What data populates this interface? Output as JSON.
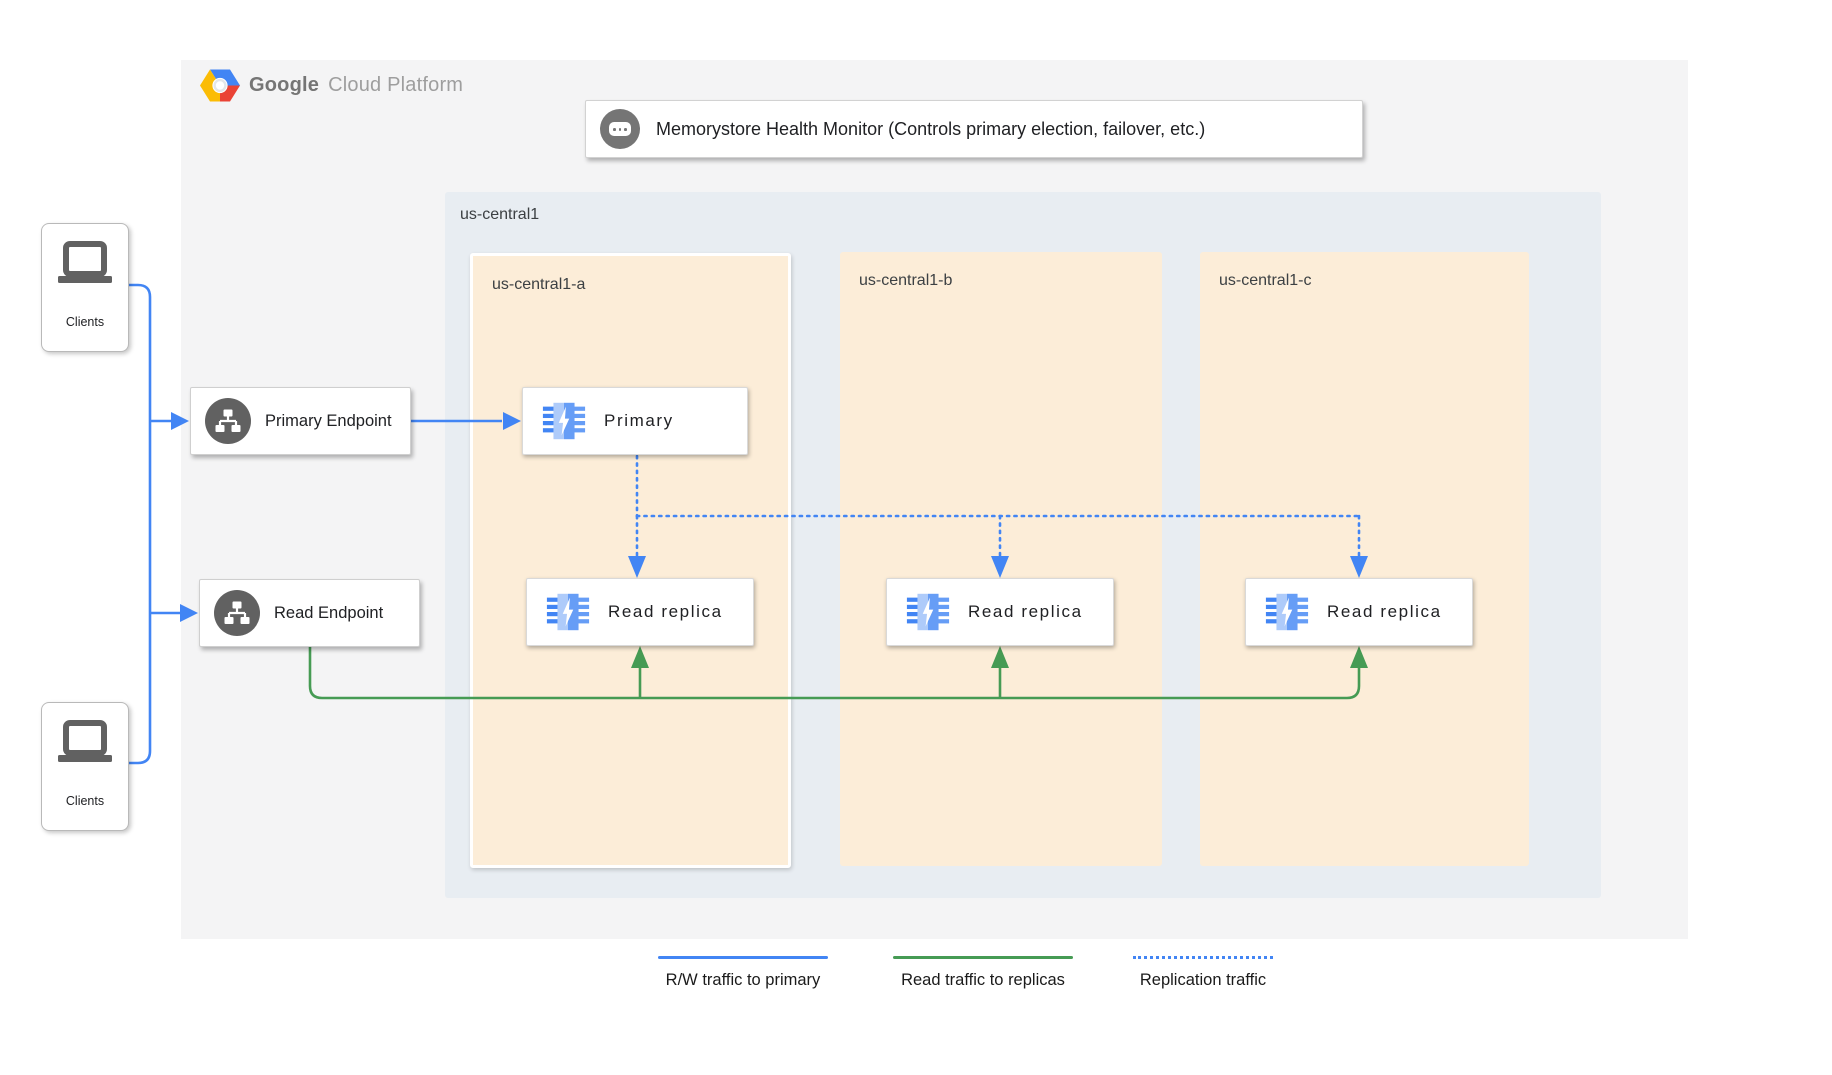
{
  "brand": {
    "google": "Google",
    "cloud_platform": "Cloud Platform"
  },
  "monitor": {
    "label": "Memorystore Health Monitor (Controls primary election, failover, etc.)"
  },
  "region": {
    "label": "us-central1",
    "zones": [
      {
        "label": "us-central1-a",
        "highlighted": true
      },
      {
        "label": "us-central1-b",
        "highlighted": false
      },
      {
        "label": "us-central1-c",
        "highlighted": false
      }
    ]
  },
  "nodes": {
    "primary": {
      "label": "Primary"
    },
    "replica_a": {
      "label": "Read replica"
    },
    "replica_b": {
      "label": "Read replica"
    },
    "replica_c": {
      "label": "Read replica"
    }
  },
  "endpoints": {
    "primary": {
      "label": "Primary Endpoint"
    },
    "read": {
      "label": "Read Endpoint"
    }
  },
  "clients": {
    "top": {
      "label": "Clients"
    },
    "bottom": {
      "label": "Clients"
    }
  },
  "legend": {
    "items": [
      {
        "label": "R/W traffic to primary",
        "style": "solid",
        "color": "#4285f4"
      },
      {
        "label": "Read traffic to replicas",
        "style": "solid",
        "color": "#469b54"
      },
      {
        "label": "Replication traffic",
        "style": "dotted",
        "color": "#4285f4"
      }
    ]
  },
  "icons": {
    "brand": "gcp-hexagon-logo",
    "monitor": "memorystore-monitor-icon",
    "endpoint": "network-endpoint-icon",
    "node": "memorystore-chip-icon",
    "client": "laptop-icon"
  },
  "colors": {
    "panel_bg": "#f4f4f5",
    "region_bg": "#e8edf2",
    "zone_bg": "#fcedd8",
    "rw_traffic": "#4285f4",
    "read_traffic": "#469b54",
    "replication_traffic": "#4285f4",
    "icon_gray": "#616161",
    "text_dark": "#202124"
  }
}
